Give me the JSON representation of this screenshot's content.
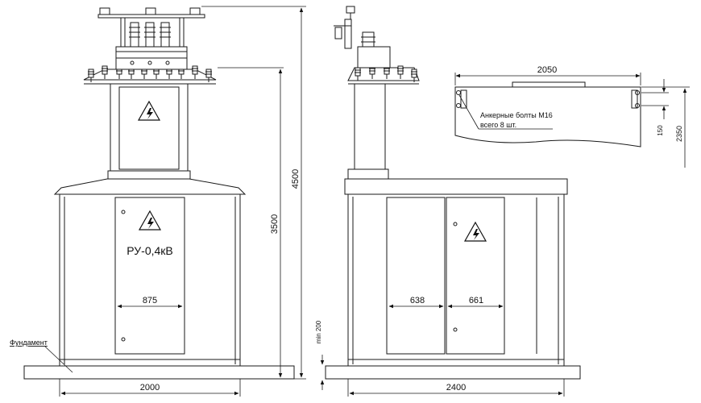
{
  "labels": {
    "panel": "РУ-0,4кВ",
    "foundation": "Фундамент",
    "anchor_line1": "Анкерные болты М16",
    "anchor_line2": "всего 8 шт."
  },
  "dimensions": {
    "front_door_width": "875",
    "front_width": "2000",
    "side_left_door": "638",
    "side_right_door": "661",
    "side_width": "2400",
    "height_total": "4500",
    "height_to_insulators": "3500",
    "plinth_height": "min 200",
    "plan_length": "2050",
    "plan_bolt_spacing": "150",
    "plan_depth": "2350"
  },
  "symbols": {
    "warning": "high-voltage-warning-icon"
  }
}
